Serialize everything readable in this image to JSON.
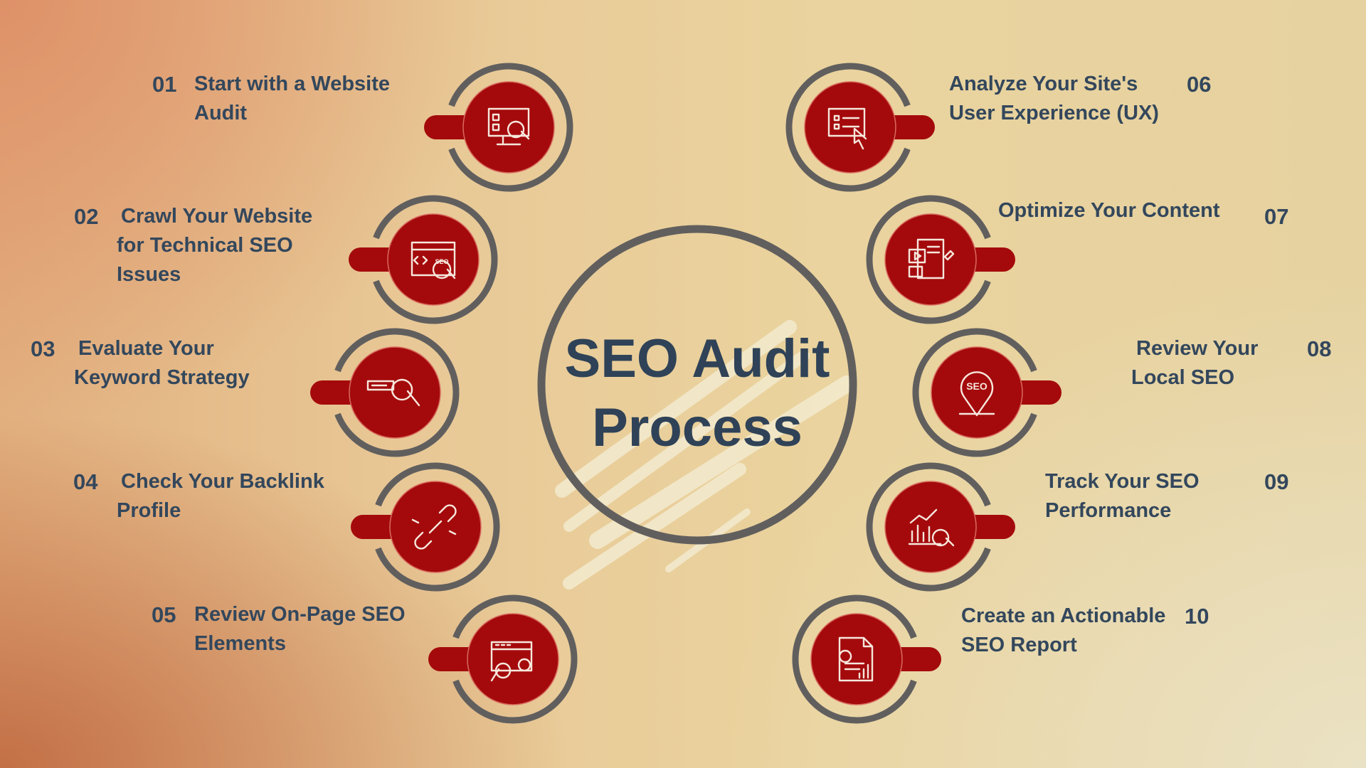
{
  "title": {
    "line1": "SEO Audit",
    "line2": "Process"
  },
  "colors": {
    "accent_red": "#a40a0c",
    "ring_gray": "#615f5e",
    "text": "#33475c",
    "icon_stroke": "#f6e7dc"
  },
  "steps": [
    {
      "number": "01",
      "lines": [
        "Start with a Website",
        "Audit"
      ],
      "icon": "monitor-audit-icon"
    },
    {
      "number": "02",
      "lines": [
        "Crawl Your Website",
        "for Technical SEO",
        "Issues"
      ],
      "icon": "browser-seo-search-icon"
    },
    {
      "number": "03",
      "lines": [
        "Evaluate Your",
        "Keyword Strategy"
      ],
      "icon": "keyword-search-icon"
    },
    {
      "number": "04",
      "lines": [
        "Check Your Backlink",
        "Profile"
      ],
      "icon": "broken-link-icon"
    },
    {
      "number": "05",
      "lines": [
        "Review On-Page SEO",
        "Elements"
      ],
      "icon": "webpage-settings-icon"
    },
    {
      "number": "06",
      "lines": [
        "Analyze Your Site's",
        "User Experience (UX)"
      ],
      "icon": "ux-checklist-click-icon"
    },
    {
      "number": "07",
      "lines": [
        "Optimize Your Content"
      ],
      "icon": "content-edit-icon"
    },
    {
      "number": "08",
      "lines": [
        "Review Your",
        "Local SEO"
      ],
      "icon": "seo-location-pin-icon"
    },
    {
      "number": "09",
      "lines": [
        "Track Your SEO",
        "Performance"
      ],
      "icon": "chart-magnifier-icon"
    },
    {
      "number": "10",
      "lines": [
        "Create an Actionable",
        "SEO Report"
      ],
      "icon": "report-document-icon"
    }
  ]
}
